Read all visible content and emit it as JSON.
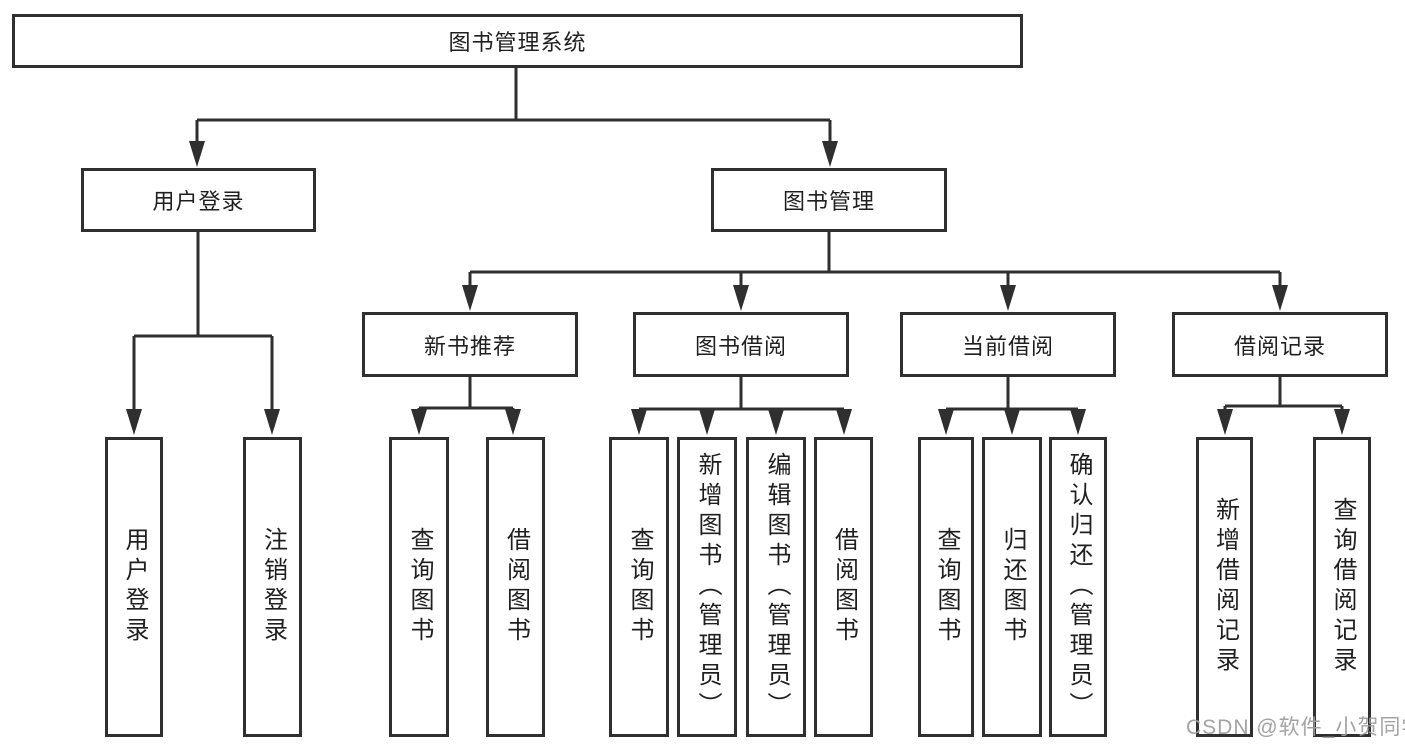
{
  "tree": {
    "label": "图书管理系统",
    "children": [
      {
        "label": "用户登录",
        "children": [
          {
            "label": "用户登录"
          },
          {
            "label": "注销登录"
          }
        ]
      },
      {
        "label": "图书管理",
        "children": [
          {
            "label": "新书推荐",
            "children": [
              {
                "label": "查询图书"
              },
              {
                "label": "借阅图书"
              }
            ]
          },
          {
            "label": "图书借阅",
            "children": [
              {
                "label": "查询图书"
              },
              {
                "label": "新增图书（管理员）"
              },
              {
                "label": "编辑图书（管理员）"
              },
              {
                "label": "借阅图书"
              }
            ]
          },
          {
            "label": "当前借阅",
            "children": [
              {
                "label": "查询图书"
              },
              {
                "label": "归还图书"
              },
              {
                "label": "确认归还（管理员）"
              }
            ]
          },
          {
            "label": "借阅记录",
            "children": [
              {
                "label": "新增借阅记录"
              },
              {
                "label": "查询借阅记录"
              }
            ]
          }
        ]
      }
    ]
  },
  "watermark": {
    "text": "CSDN @软件_小贺同学"
  },
  "colors": {
    "line": "#2f2f2f",
    "text": "#1f1f1f",
    "watermark": "#9e9e9e",
    "background": "#ffffff"
  }
}
